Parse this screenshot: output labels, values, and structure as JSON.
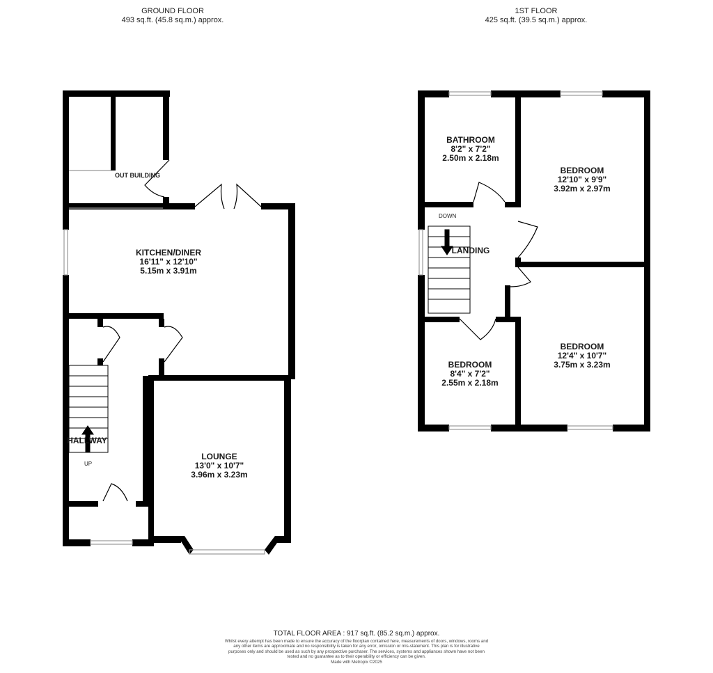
{
  "ground_floor": {
    "title": "GROUND FLOOR",
    "area": "493 sq.ft. (45.8 sq.m.) approx."
  },
  "first_floor": {
    "title": "1ST FLOOR",
    "area": "425 sq.ft. (39.5 sq.m.) approx."
  },
  "rooms": {
    "out_building": {
      "name": "OUT BUILDING"
    },
    "kitchen": {
      "name": "KITCHEN/DINER",
      "imperial": "16'11\"  x 12'10\"",
      "metric": "5.15m  x 3.91m"
    },
    "hallway": {
      "name": "HALLWAY",
      "stairs": "UP"
    },
    "lounge": {
      "name": "LOUNGE",
      "imperial": "13'0\"  x 10'7\"",
      "metric": "3.96m  x 3.23m"
    },
    "bathroom": {
      "name": "BATHROOM",
      "imperial": "8'2\"  x 7'2\"",
      "metric": "2.50m  x 2.18m"
    },
    "bedroom1": {
      "name": "BEDROOM",
      "imperial": "12'10\"  x 9'9\"",
      "metric": "3.92m  x 2.97m"
    },
    "landing": {
      "name": "LANDING",
      "stairs": "DOWN"
    },
    "bedroom2": {
      "name": "BEDROOM",
      "imperial": "12'4\"  x 10'7\"",
      "metric": "3.75m  x 3.23m"
    },
    "bedroom3": {
      "name": "BEDROOM",
      "imperial": "8'4\"  x 7'2\"",
      "metric": "2.55m  x 2.18m"
    }
  },
  "footer": {
    "total": "TOTAL FLOOR AREA : 917 sq.ft. (85.2 sq.m.) approx.",
    "disclaimer": "Whilst every attempt has been made to ensure the accuracy of the floorplan contained here, measurements of doors, windows, rooms and any other items are approximate and no responsibility is taken for any error, omission or mis-statement. This plan is for illustrative purposes only and should be used as such by any prospective purchaser. The services, systems and appliances shown have not been tested and no guarantee as to their operability or efficiency can be given.",
    "credit": "Made with Metropix ©2025"
  },
  "colors": {
    "wall": "#000000",
    "window": "#999999"
  }
}
